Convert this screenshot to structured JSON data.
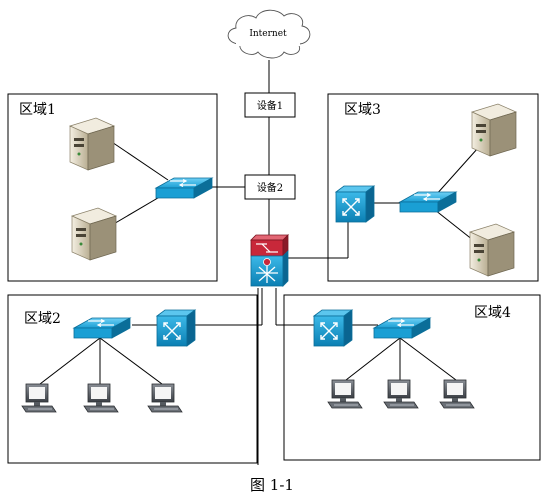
{
  "cloud_label": "Internet",
  "device1_label": "设备1",
  "device2_label": "设备2",
  "region1_label": "区域1",
  "region2_label": "区域2",
  "region3_label": "区域3",
  "region4_label": "区域4",
  "caption": "图 1-1",
  "colors": {
    "switch_blue": "#1a9fd4",
    "switch_dark": "#0b6e99",
    "router_red": "#c8283a",
    "server_beige": "#e8e0cc",
    "line": "#000000"
  }
}
